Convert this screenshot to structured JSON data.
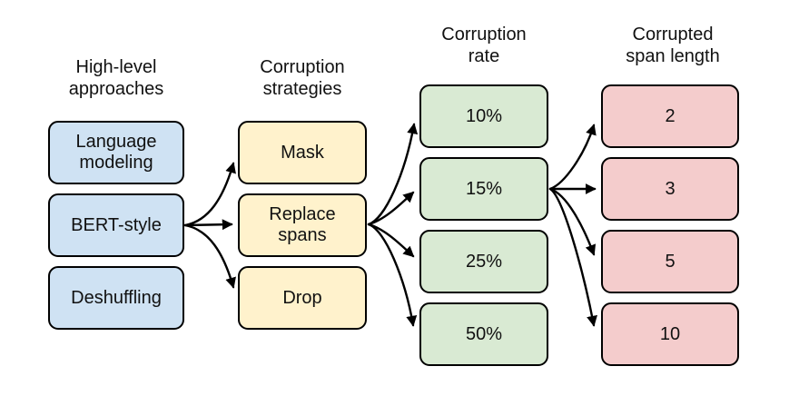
{
  "figure": {
    "background": "#ffffff",
    "text_color": "#111111",
    "border_color": "#000000",
    "arrow_color": "#000000"
  },
  "columns": [
    {
      "header": "High-level\napproaches",
      "color": "#cfe2f3",
      "boxes": [
        {
          "label": "Language\nmodeling"
        },
        {
          "label": "BERT-style"
        },
        {
          "label": "Deshuffling"
        }
      ]
    },
    {
      "header": "Corruption\nstrategies",
      "color": "#fff2cc",
      "boxes": [
        {
          "label": "Mask"
        },
        {
          "label": "Replace\nspans"
        },
        {
          "label": "Drop"
        }
      ]
    },
    {
      "header": "Corruption\nrate",
      "color": "#d9ead3",
      "boxes": [
        {
          "label": "10%"
        },
        {
          "label": "15%"
        },
        {
          "label": "25%"
        },
        {
          "label": "50%"
        }
      ]
    },
    {
      "header": "Corrupted\nspan length",
      "color": "#f4cccc",
      "boxes": [
        {
          "label": "2"
        },
        {
          "label": "3"
        },
        {
          "label": "5"
        },
        {
          "label": "10"
        }
      ]
    }
  ],
  "edges": [
    {
      "from": "BERT-style",
      "to": "Mask"
    },
    {
      "from": "BERT-style",
      "to": "Replace spans"
    },
    {
      "from": "BERT-style",
      "to": "Drop"
    },
    {
      "from": "Replace spans",
      "to": "10%"
    },
    {
      "from": "Replace spans",
      "to": "15%"
    },
    {
      "from": "Replace spans",
      "to": "25%"
    },
    {
      "from": "Replace spans",
      "to": "50%"
    },
    {
      "from": "15%",
      "to": "2"
    },
    {
      "from": "15%",
      "to": "3"
    },
    {
      "from": "15%",
      "to": "5"
    },
    {
      "from": "15%",
      "to": "10"
    }
  ]
}
